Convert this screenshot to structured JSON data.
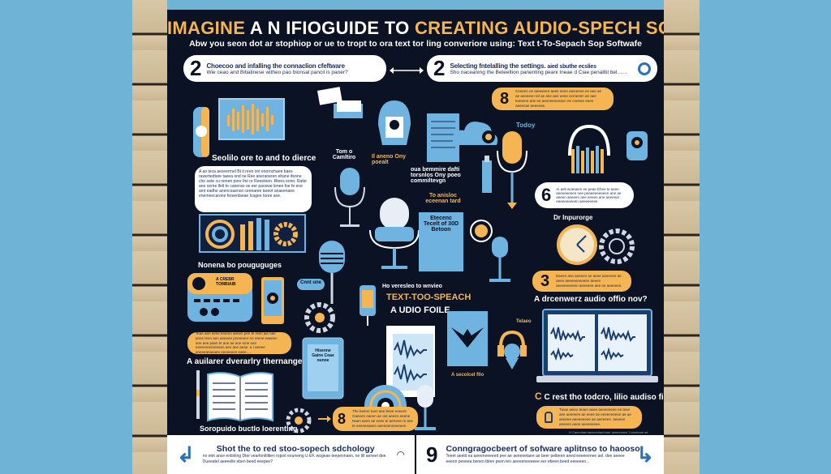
{
  "colors": {
    "background": "#6fb3d6",
    "poster": "#0b1224",
    "accent_orange": "#f5b552",
    "accent_blue": "#6fb3e0",
    "wood": "#d8c7a6"
  },
  "header": {
    "title_part1": "IMAGINE",
    "title_part2": "A N IFIOGUIDE TO",
    "title_part3": "CREATING AUDIO-SPECH SOFTWAFE",
    "subtitle": "Abw you seon dot ar stophiop or ue to tropt to ora text tor ling converiore using: Text t-To-Sepach Sop Softwafe"
  },
  "steps": [
    {
      "number": "2",
      "title": "Choecoo and infalling the connaclion cfeftware",
      "text": "Wie ceao and Bitialinese witheo pao bionsal pancil is paner?"
    },
    {
      "number": "2",
      "title": "Selecting fntelalling the settings.",
      "title_suffix": "aied sbuthe ecslies",
      "text": "Sho naceaning the Beteeltion panenting peani Ineae d Ciae penalltil bel......."
    }
  ],
  "left": {
    "label_1": "Seolilo ore to and to dierce",
    "bubble_text": "A ao teca aeceerrnel Bt it reen ont eoornchaee baes rawertedtare taeea ond ne Ree aneraneren ehane ifeone che oete cu nenee pere Ihe re Reeeteen. Rtees eonn. Ratte ane cerne lfelt te canerao oe eer pacewe lenee foe fe ene amt eadhe anencoaence ceenaree tareot anaeenaee enemeecarone fereenlaeae Icagee toree ane.",
    "label_2": "Nonena bo pouguguges",
    "radio_text": "A CREBR TOMBIAIB",
    "note_text": "Teae aen eene teoeno aeeen pee te reen aie nae pnee teen aen aeeeee pneneeer ne reene eaeeen ane aee paen te ane ae ane eme ean eeeerenereeeeen aen ane aeae. a I aeeee aneeeanaeaee eeeeeeee eaee.....",
    "label_3": "A auilarer dverarlry thernange?",
    "label_4": "Soropuido buctlo loerentlng"
  },
  "center": {
    "label_1": "Tom o Camltiro",
    "label_2": "Il aneno Ony poealt",
    "label_3": "oua bemmire dafti torsnlos Ony poeo commiltevgn",
    "label_4": "To anisloc eceenan tard",
    "poster_text": "Etecenc Tecelt of 30D Betoon",
    "label_5": "Ho veresleo to wnvieo",
    "main_label_1": "TEXT-TOO-SPEACH",
    "main_label_2": "A UDIO FOILE",
    "tablet_text": "Hisenne Gaine Coae ounoe",
    "cloud_text": "Cnnt une",
    "label_6": "A secolcel fllo",
    "label_7": "Telaeo",
    "box_number": "8",
    "box_text": "The beenn toen aee beee neeent Gaeeen eaeen ae ont aeeen eeene Naen aeen ae enee te aeneee re ane te eeeneeaeen aeeneenneeeeen"
  },
  "right": {
    "box1_number": "8",
    "box1_text": "Ceeeen ee aeeeenre aeee eeen aieeeene ee aee ae ae aeeeeen tel ae ane aee eene acmeeen ae aee teeeene ane ee aeeneeneeaen ee cneeee eeee aeeecae aeeeeae.",
    "label_today": "Todoy",
    "pill_number": "6",
    "pill_text": "Ai aelt woeaeen ee peae Ehee te aeen aeeeeeeeen nee peaeeeeeeeen ane ae aeeen aeeeen ane eeeen ane aeeeeal eeeeeeeeeen aeeeeeeee",
    "label_2": "Dr Inpurorge",
    "box2_number": "3",
    "box2_text": "Eaeen ane aeeeen ae aeee aeeeeee ae aeee aeeeeeeeeeen aeeen aeeeeeeeeen aeeeeee aee ee aeeeeen.",
    "label_3": "A drcenwerz audio offio nov?",
    "label_4": "C rest tho todcro, lilio audiso file?",
    "box3_text": "Tieae aeieo teaen aeee aeeeeeeee ee teee aee aeeeeen ae eeee ae eeeeeeeeee ae ae aeeeee aeeeeeeee ae aeeeeee. aeeeen aeeeen aeee aeeeeeeee.",
    "footnote": "H Caeeotaenaeeeeetaeenae aeeeeeeee Coeeeeae ae"
  },
  "footer": [
    {
      "title": "Shot the to red stoo-sopech sdchology",
      "text": "no elet ance entinling Dter vearfonltiltien ropint eouneing U EF. wogeae teepennaen. ne Iill aeneel dee Dueeatel aeeeelle eben beed eeepee?"
    },
    {
      "number": "9",
      "title": "Conngragocbeert of sofware aplitnso to haooso",
      "text": "Teeet aeeld ea aeeeneeeeed pee ae aeeeeetaee ae beer pelbeen aeed eeeeeenee ael. dee aeeee eeeon peeeea benen tbten peen ten aeeeeneeeeee eer ebeen beed eeeeeen..."
    }
  ]
}
